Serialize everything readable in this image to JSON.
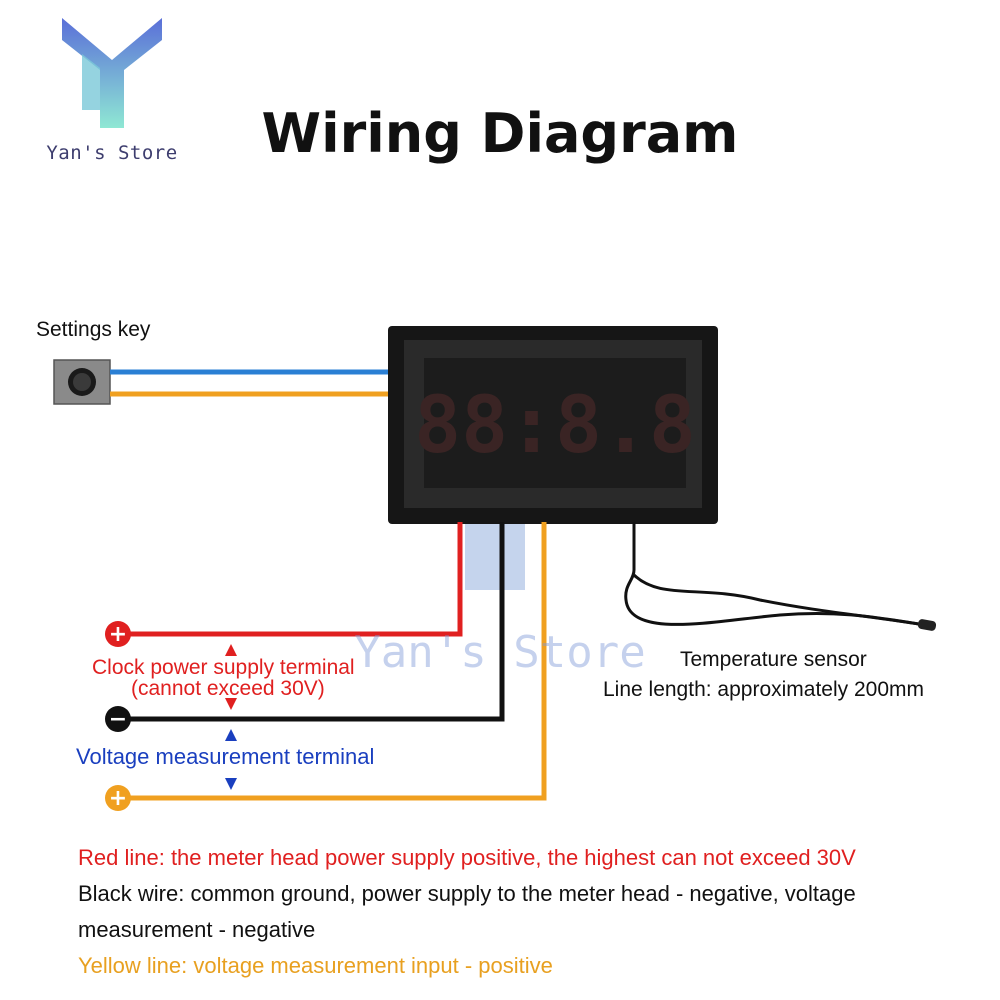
{
  "brand": {
    "name": "Yan's Store",
    "watermark": "Yan's Store"
  },
  "title": "Wiring Diagram",
  "labels": {
    "settings_key": "Settings key",
    "clock_power": "Clock power supply terminal",
    "clock_power_note": "(cannot exceed 30V)",
    "voltage_measurement": "Voltage measurement terminal",
    "temperature_sensor": "Temperature sensor",
    "line_length": "Line length: approximately 200mm"
  },
  "display": {
    "digits": "88:8.8"
  },
  "terminals": [
    {
      "symbol": "+",
      "color": "#e02020"
    },
    {
      "symbol": "−",
      "color": "#111111"
    },
    {
      "symbol": "+",
      "color": "#f0a020"
    }
  ],
  "descriptions": {
    "red": "Red line: the meter head power supply positive, the highest can not exceed 30V",
    "black": "Black wire: common ground, power supply to the meter head - negative, voltage measurement - negative",
    "yellow": "Yellow line: voltage measurement input - positive"
  },
  "colors": {
    "red_wire": "#e02020",
    "black_wire": "#111111",
    "yellow_wire": "#f0a020",
    "blue_wire": "#2a7fd4",
    "label_red": "#e02020",
    "label_blue": "#1a3fbf",
    "label_yellow": "#e8a020"
  }
}
